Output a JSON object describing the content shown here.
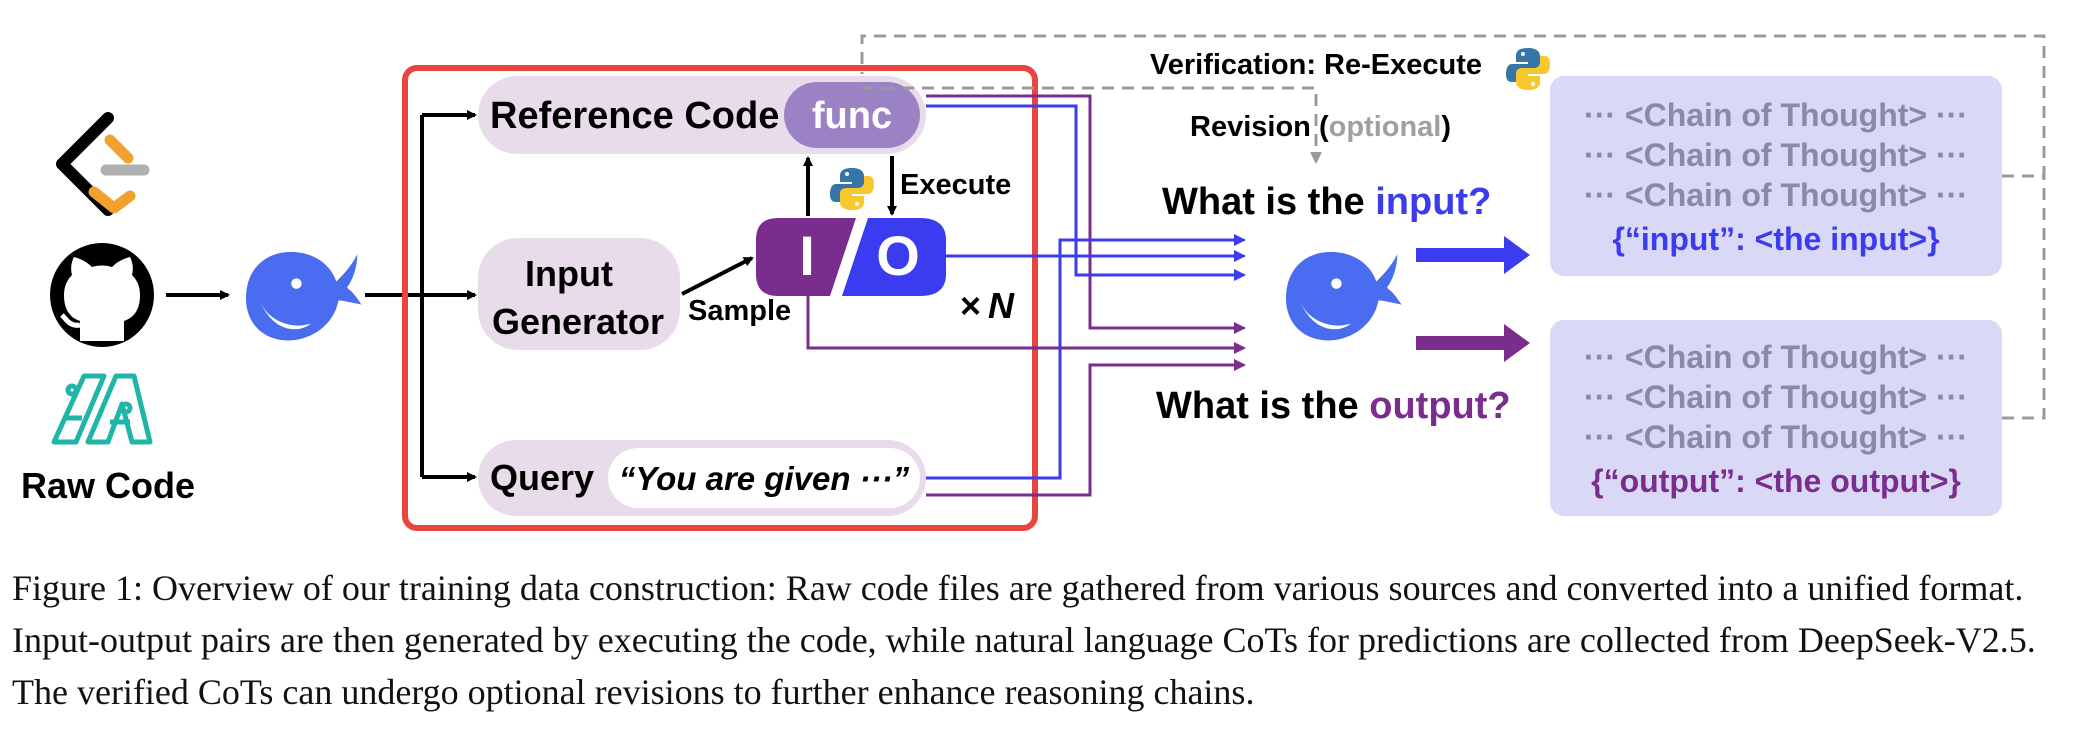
{
  "diagram": {
    "sources": {
      "logos": [
        "leetcode-logo",
        "github-logo",
        "codeforces-style-logo"
      ],
      "label": "Raw Code"
    },
    "model_icon": "deepseek-whale-icon",
    "python_icon": "python-icon",
    "reference_code": {
      "label": "Reference Code",
      "func": "func"
    },
    "input_generator": {
      "line1": "Input",
      "line2": "Generator"
    },
    "query": {
      "label": "Query",
      "text": "“You are given ···”"
    },
    "io": {
      "i": "I",
      "slash": "/",
      "o": "O"
    },
    "execute_label": "Execute",
    "sample_label": "Sample",
    "times_n": {
      "times": "×",
      "n": "N"
    },
    "verification_label": "Verification: Re-Execute",
    "revision": {
      "label": "Revision",
      "open": "(",
      "optional": "optional",
      "close": ")"
    },
    "question_input": {
      "prefix": "What is the ",
      "highlight": "input",
      "suffix": "?"
    },
    "question_output": {
      "prefix": "What is the ",
      "highlight": "output",
      "suffix": "?"
    },
    "input_box": {
      "lines": [
        "··· <Chain of Thought> ···",
        "··· <Chain of Thought> ···",
        "··· <Chain of Thought> ···"
      ],
      "answer": "{“input”: <the input>}"
    },
    "output_box": {
      "lines": [
        "··· <Chain of Thought> ···",
        "··· <Chain of Thought> ···",
        "··· <Chain of Thought> ···"
      ],
      "answer": "{“output”: <the output>}"
    },
    "colors": {
      "red_frame": "#e8453c",
      "pill_fill": "#e9dcea",
      "func_fill": "#9a82c4",
      "purple": "#7b2d8e",
      "blue": "#3b3bef",
      "whale": "#4a6cf0",
      "cot_box": "#d9d9f7",
      "cot_text": "#8a8aa6",
      "gray_dash": "#9a9a9a"
    }
  },
  "caption": {
    "text": "Figure 1: Overview of our training data construction: Raw code files are gathered from various sources and converted into a unified format. Input-output pairs are then generated by executing the code, while natural language CoTs for predictions are collected from DeepSeek-V2.5. The verified CoTs can undergo optional revisions to further enhance reasoning chains."
  }
}
